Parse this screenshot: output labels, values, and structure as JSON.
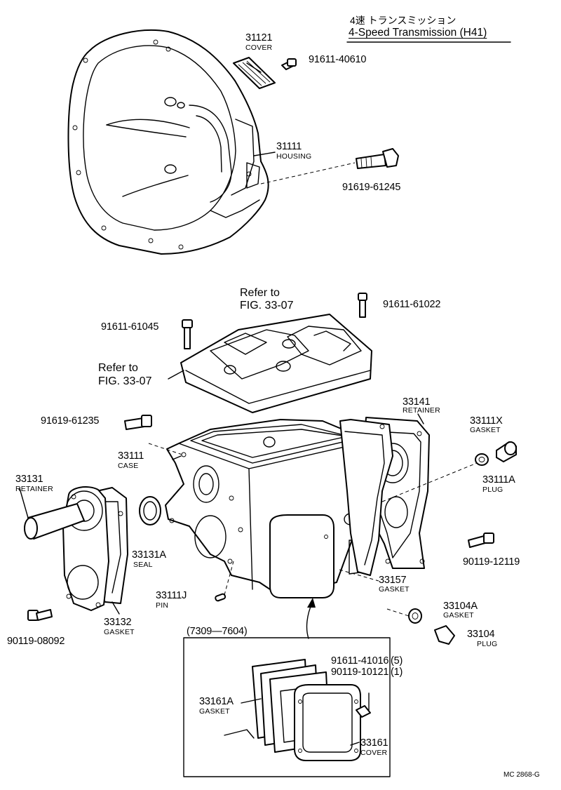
{
  "title": {
    "japanese": "4速 トランスミッション",
    "english": "4-Speed Transmission (H41)"
  },
  "parts": [
    {
      "id": "31121",
      "name": "COVER"
    },
    {
      "id": "91611-40610"
    },
    {
      "id": "31111",
      "name": "HOUSING"
    },
    {
      "id": "91619-61245"
    },
    {
      "id": "91611-61022"
    },
    {
      "id": "91611-61045"
    },
    {
      "id": "91619-61235"
    },
    {
      "id": "33141",
      "name": "RETAINER"
    },
    {
      "id": "33111X",
      "name": "GASKET"
    },
    {
      "id": "33111",
      "name": "CASE"
    },
    {
      "id": "33111A",
      "name": "PLUG"
    },
    {
      "id": "33131",
      "name": "RETAINER"
    },
    {
      "id": "33131A",
      "name": "SEAL"
    },
    {
      "id": "90119-12119"
    },
    {
      "id": "33157",
      "name": "GASKET"
    },
    {
      "id": "33111J",
      "name": "PIN"
    },
    {
      "id": "33104A",
      "name": "GASKET"
    },
    {
      "id": "33132",
      "name": "GASKET"
    },
    {
      "id": "90119-08092"
    },
    {
      "id": "33104",
      "name": "PLUG"
    },
    {
      "id": "91611-41016",
      "qty": "(5)"
    },
    {
      "id": "90119-10121",
      "qty": "(1)"
    },
    {
      "id": "33161A",
      "name": "GASKET"
    },
    {
      "id": "33161",
      "name": "COVER"
    }
  ],
  "references": [
    {
      "line1": "Refer to",
      "line2": "FIG. 33-07"
    },
    {
      "line1": "Refer to",
      "line2": "FIG. 33-07"
    }
  ],
  "inset": {
    "range": "(7309—7604)"
  },
  "code": "MC  2868-G"
}
